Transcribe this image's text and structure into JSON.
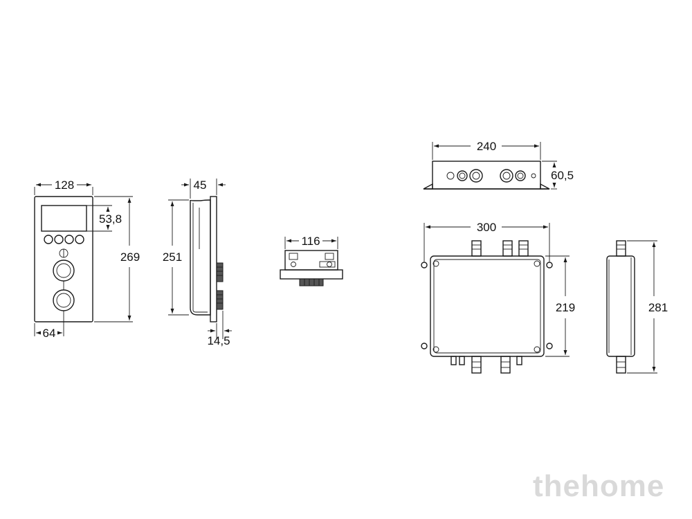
{
  "dimensions": {
    "panel_width": "128",
    "display_height": "53,8",
    "panel_height": "269",
    "knob_offset": "64",
    "side_depth": "45",
    "side_height": "251",
    "knob_depth": "14,5",
    "top_width": "116",
    "box_front_width": "240",
    "box_front_height": "60,5",
    "box_top_width": "300",
    "box_top_height": "219",
    "box_side_height": "281"
  },
  "watermark": "thehome"
}
